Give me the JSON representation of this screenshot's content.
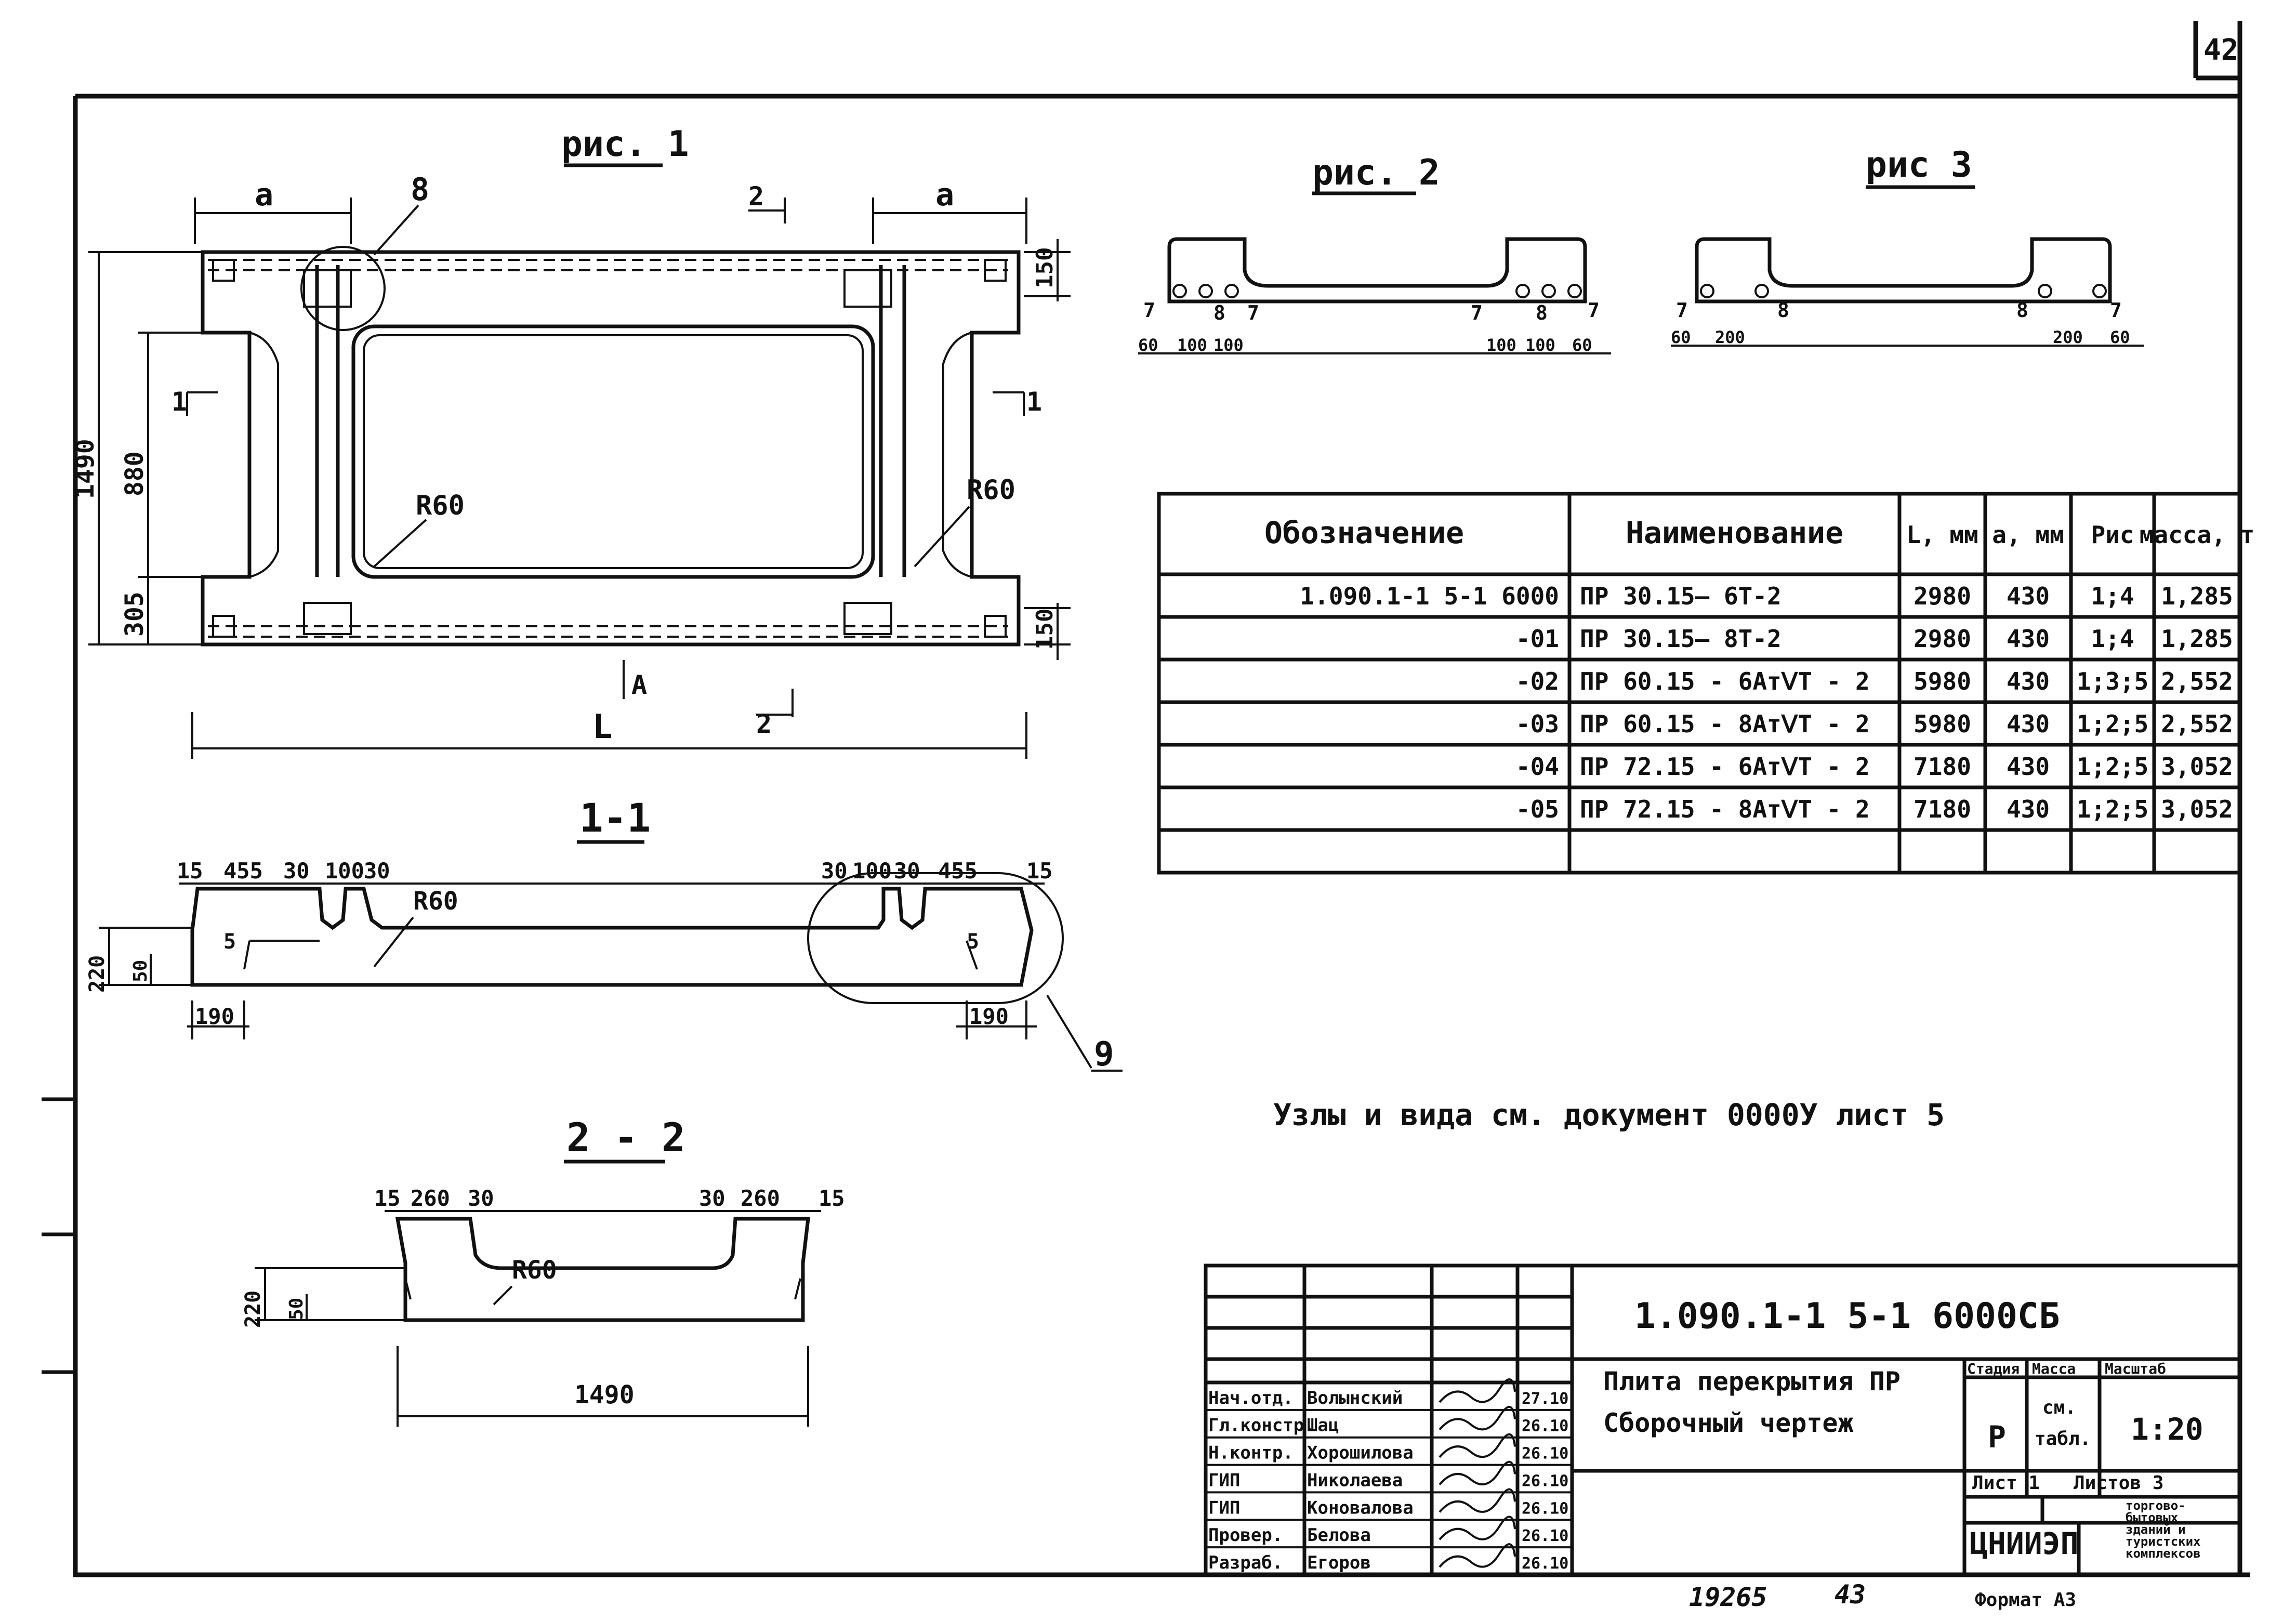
{
  "sheet": {
    "page_number": "42",
    "format": "Формат А3",
    "inventory": "19265",
    "inventory2": "43"
  },
  "fig1": {
    "title": "рис. 1",
    "dim_a_left": "a",
    "dim_a_right": "a",
    "callout_8": "8",
    "section_2_top": "2",
    "section_2_bottom": "2",
    "section_1_left": "1",
    "section_1_right": "1",
    "view_a": "A",
    "dim_l": "L",
    "r_left": "R60",
    "r_right": "R60",
    "dim_1490": "1490",
    "dim_880": "880",
    "dim_305": "305",
    "dim_150_top": "150",
    "dim_150_bottom": "150"
  },
  "fig2": {
    "title": "рис. 2",
    "marks": [
      "7",
      "8",
      "7",
      "7",
      "8",
      "7"
    ],
    "dims": [
      "60",
      "100",
      "100",
      "100",
      "100",
      "60"
    ]
  },
  "fig3": {
    "title": "рис 3",
    "marks": [
      "7",
      "8",
      "8",
      "7"
    ],
    "dims": [
      "60",
      "200",
      "200",
      "60"
    ]
  },
  "sec11": {
    "title": "1-1",
    "dims_top": [
      "15",
      "455",
      "30",
      "100",
      "30",
      "30",
      "100",
      "30",
      "455",
      "15"
    ],
    "r": "R60",
    "h1": "220",
    "h2": "50",
    "d190_left": "190",
    "d190_right": "190",
    "mark5_left": "5",
    "mark5_right": "5",
    "callout_9": "9"
  },
  "sec22": {
    "title": "2 - 2",
    "dims_top": [
      "15",
      "260",
      "30",
      "30",
      "260",
      "15"
    ],
    "r": "R60",
    "h1": "220",
    "h2": "50",
    "width": "1490"
  },
  "spec_table": {
    "headers": [
      "Обозначение",
      "Наименование",
      "L, мм",
      "a, мм",
      "Рис",
      "масса, т"
    ],
    "rows": [
      [
        "1.090.1-1  5-1  6000",
        "ПР  30.15— 6Т-2",
        "2980",
        "430",
        "1;4",
        "1,285"
      ],
      [
        "-01",
        "ПР  30.15— 8Т-2",
        "2980",
        "430",
        "1;4",
        "1,285"
      ],
      [
        "-02",
        "ПР  60.15 - 6АтⅤТ - 2",
        "5980",
        "430",
        "1;3;5",
        "2,552"
      ],
      [
        "-03",
        "ПР  60.15 - 8АтⅤТ - 2",
        "5980",
        "430",
        "1;2;5",
        "2,552"
      ],
      [
        "-04",
        "ПР  72.15 - 6АтⅤТ - 2",
        "7180",
        "430",
        "1;2;5",
        "3,052"
      ],
      [
        "-05",
        "ПР  72.15 - 8АтⅤТ - 2",
        "7180",
        "430",
        "1;2;5",
        "3,052"
      ],
      [
        "",
        "",
        "",
        "",
        "",
        ""
      ]
    ]
  },
  "note": "Узлы и вида см. документ 0000У лист 5",
  "title_block": {
    "code": "1.090.1-1   5-1   6000СБ",
    "name_line1": "Плита перекрытия ПР",
    "name_line2": "Сборочный чертеж",
    "stage_label": "Стадия",
    "mass_label": "Масса",
    "scale_label": "Масштаб",
    "stage": "Р",
    "mass_line1": "см.",
    "mass_line2": "табл.",
    "scale": "1:20",
    "sheet_label": "Лист 1",
    "sheets_label": "Листов 3",
    "org": "ЦНИИЭП",
    "org_desc": [
      "торгово-",
      "бытовых",
      "зданий и",
      "туристских",
      "комплексов"
    ],
    "staff": [
      {
        "role": "Нач.отд.",
        "name": "Волынский",
        "date": "27.10"
      },
      {
        "role": "Гл.констр.",
        "name": "Шац",
        "date": "26.10"
      },
      {
        "role": "Н.контр.",
        "name": "Хорошилова",
        "date": "26.10"
      },
      {
        "role": "ГИП",
        "name": "Николаева",
        "date": "26.10"
      },
      {
        "role": "ГИП",
        "name": "Коновалова",
        "date": "26.10"
      },
      {
        "role": "Провер.",
        "name": "Белова",
        "date": "26.10"
      },
      {
        "role": "Разраб.",
        "name": "Егоров",
        "date": "26.10"
      }
    ]
  },
  "colors": {
    "ink": "#111111",
    "paper": "#ffffff"
  }
}
